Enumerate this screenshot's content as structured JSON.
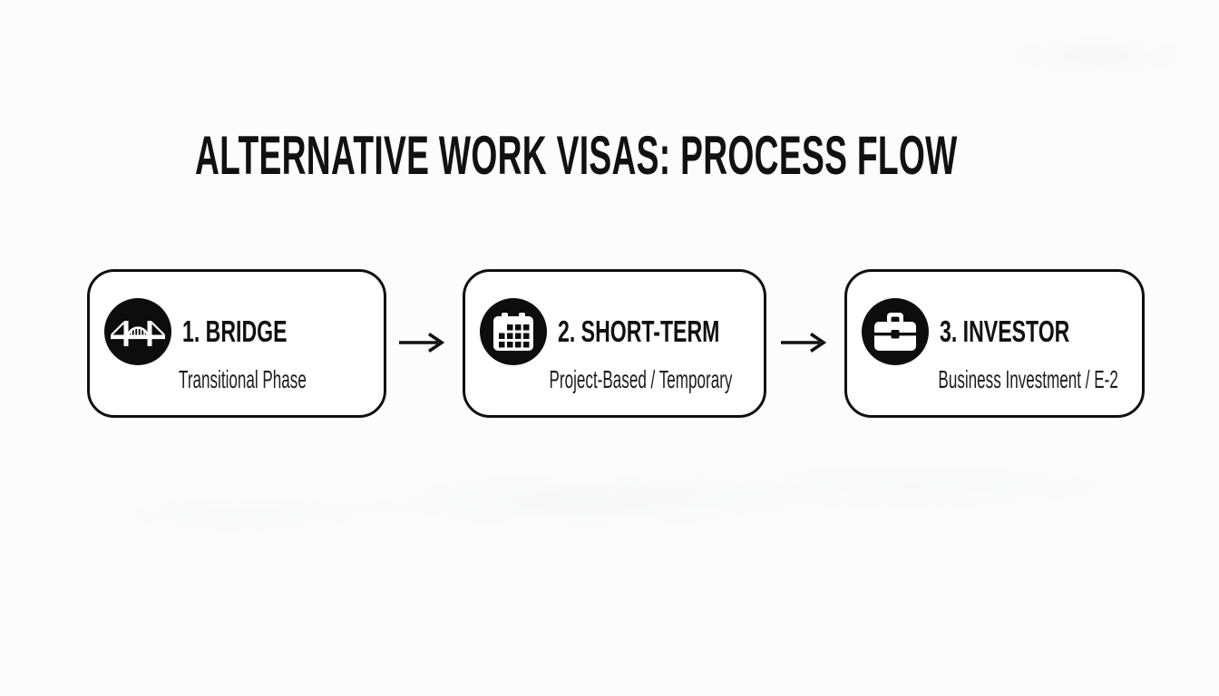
{
  "header": {
    "title": "ALTERNATIVE WORK VISAS: PROCESS FLOW"
  },
  "colors": {
    "background": "#fcfcfc",
    "ink": "#111111",
    "card_background": "#ffffff",
    "card_border": "#101010",
    "badge_background": "#0d0d0d"
  },
  "flow": {
    "steps": [
      {
        "icon": "bridge-icon",
        "title": "1. BRIDGE",
        "subtitle": "Transitional Phase"
      },
      {
        "icon": "calendar-icon",
        "title": "2. SHORT-TERM",
        "subtitle": "Project-Based / Temporary"
      },
      {
        "icon": "briefcase-icon",
        "title": "3. INVESTOR",
        "subtitle": "Business Investment / E-2"
      }
    ],
    "connector_icon": "arrow-right-icon"
  }
}
